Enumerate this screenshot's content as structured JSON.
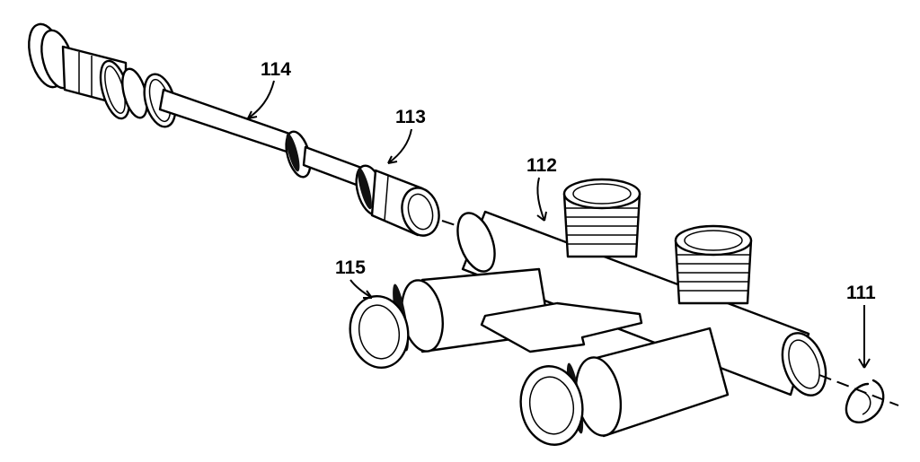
{
  "callouts": {
    "ring": "111",
    "body": "112",
    "spool_end": "113",
    "spool": "114",
    "nozzle": "115"
  },
  "colors": {
    "ink": "#000000",
    "paper": "#ffffff"
  }
}
